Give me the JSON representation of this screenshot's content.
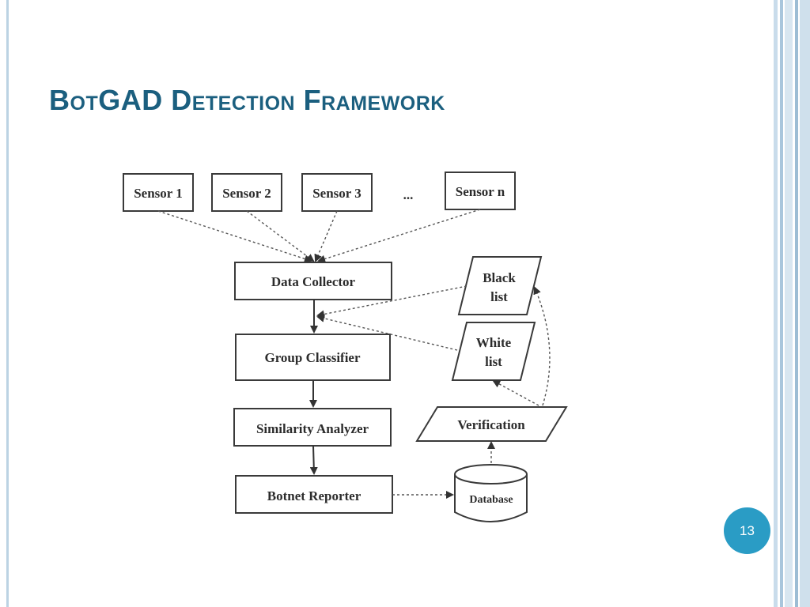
{
  "slide": {
    "title": "BotGAD Detection Framework",
    "page_number": "13"
  },
  "diagram": {
    "sensors": [
      "Sensor 1",
      "Sensor 2",
      "Sensor 3",
      "Sensor n"
    ],
    "ellipsis": "...",
    "pipeline": [
      "Data Collector",
      "Group Classifier",
      "Similarity Analyzer",
      "Botnet Reporter"
    ],
    "black_list": [
      "Black",
      "list"
    ],
    "white_list": [
      "White",
      "list"
    ],
    "verification": "Verification",
    "database": "Database"
  },
  "colors": {
    "title": "#1b5f7f",
    "badge": "#2a9cc5",
    "frame": "#bcd3e3"
  }
}
